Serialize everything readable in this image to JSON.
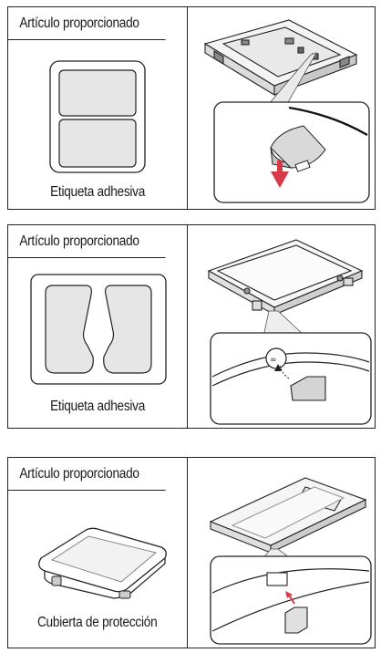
{
  "panels": [
    {
      "header": "Artículo proporcionado",
      "item_label": "Etiqueta adhesiva"
    },
    {
      "header": "Artículo proporcionado",
      "item_label": "Etiqueta adhesiva"
    },
    {
      "header": "Artículo proporcionado",
      "item_label": "Cubierta de protección"
    }
  ],
  "colors": {
    "border": "#222222",
    "sticker_fill": "#e6e6e6",
    "arrow_red": "#d83a4a"
  },
  "icons": [
    "sticker-sheet-icon",
    "cutout-sticker-sheet-icon",
    "protective-cover-icon",
    "tv-back-attach-diagram",
    "tv-side-attach-diagram",
    "tv-stand-cover-diagram"
  ]
}
